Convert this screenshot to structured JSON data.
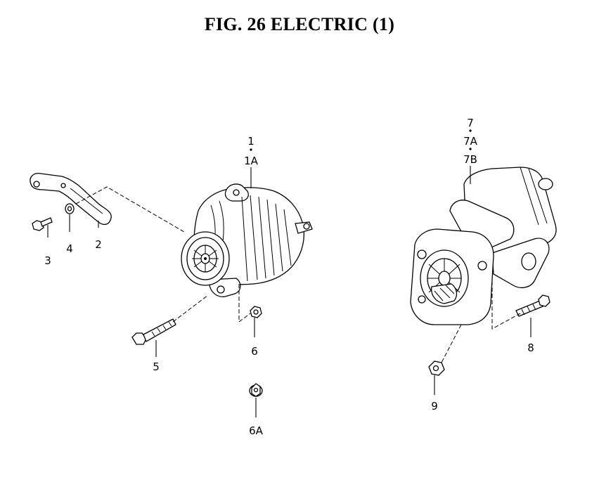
{
  "title": "FIG. 26  ELECTRIC (1)",
  "labels": {
    "l1": "1",
    "l1a": "1A",
    "l2": "2",
    "l3": "3",
    "l4": "4",
    "l5": "5",
    "l6": "6",
    "l6a": "6A",
    "l7": "7",
    "l7a": "7A",
    "l7b": "7B",
    "l8": "8",
    "l9": "9"
  }
}
